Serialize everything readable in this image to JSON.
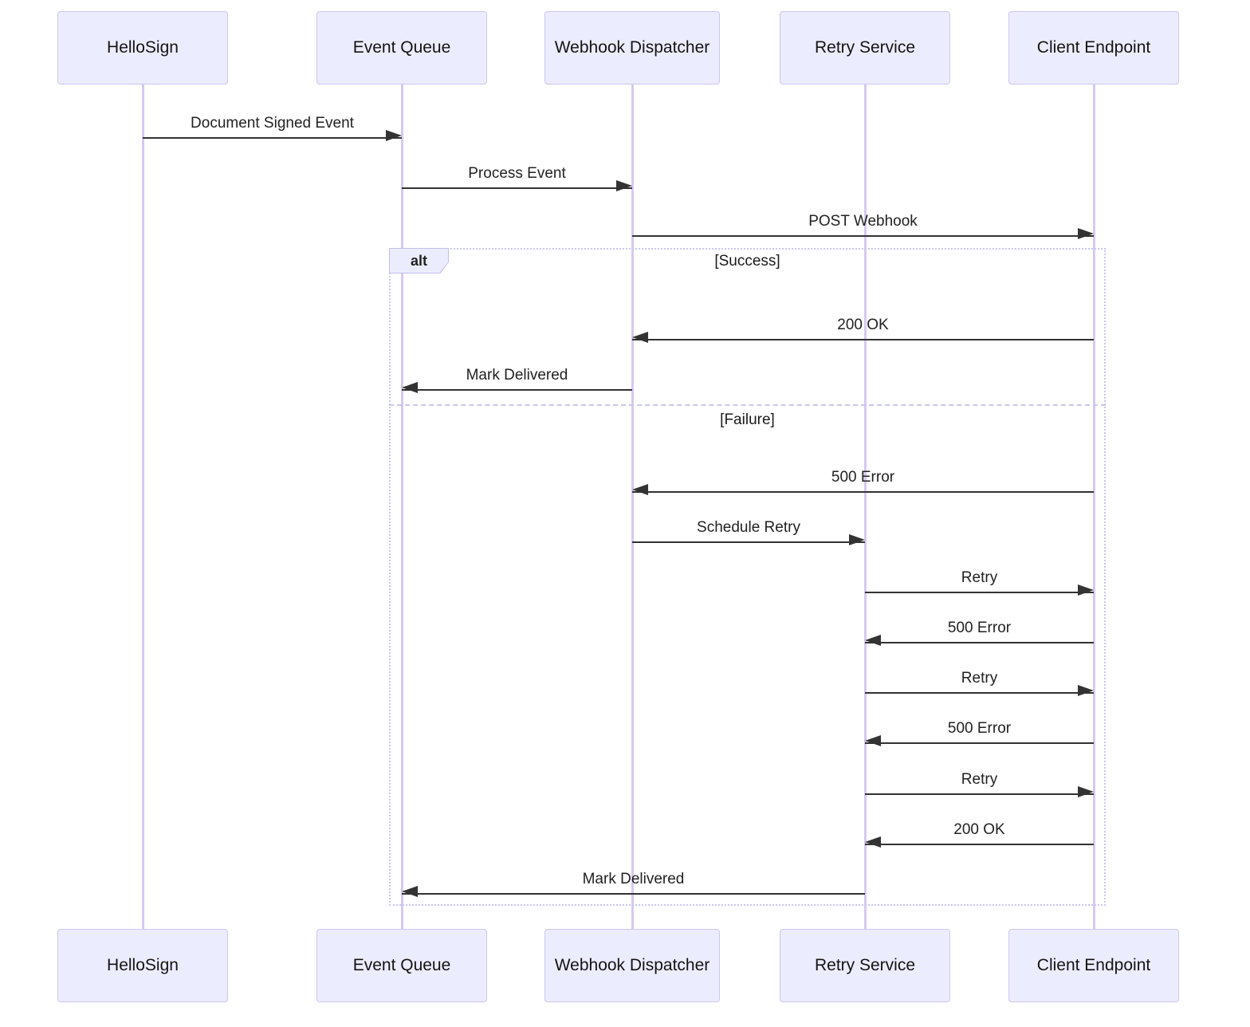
{
  "diagram": {
    "type": "sequence-diagram",
    "topic": "HelloSign webhook delivery with retries",
    "actors": [
      {
        "id": "hellosign",
        "name": "HelloSign"
      },
      {
        "id": "event-queue",
        "name": "Event Queue"
      },
      {
        "id": "webhook-dispatcher",
        "name": "Webhook Dispatcher"
      },
      {
        "id": "retry-service",
        "name": "Retry Service"
      },
      {
        "id": "client-endpoint",
        "name": "Client Endpoint"
      }
    ],
    "messages_before_alt": [
      {
        "from": "HelloSign",
        "to": "Event Queue",
        "label": "Document Signed Event"
      },
      {
        "from": "Event Queue",
        "to": "Webhook Dispatcher",
        "label": "Process Event"
      },
      {
        "from": "Webhook Dispatcher",
        "to": "Client Endpoint",
        "label": "POST Webhook"
      }
    ],
    "alt_frame": {
      "label": "alt",
      "success_branch": {
        "condition": "[Success]",
        "messages": [
          {
            "from": "Client Endpoint",
            "to": "Webhook Dispatcher",
            "label": "200 OK"
          },
          {
            "from": "Webhook Dispatcher",
            "to": "Event Queue",
            "label": "Mark Delivered"
          }
        ]
      },
      "failure_branch": {
        "condition": "[Failure]",
        "messages": [
          {
            "from": "Client Endpoint",
            "to": "Webhook Dispatcher",
            "label": "500 Error"
          },
          {
            "from": "Webhook Dispatcher",
            "to": "Retry Service",
            "label": "Schedule Retry"
          },
          {
            "from": "Retry Service",
            "to": "Client Endpoint",
            "label": "Retry"
          },
          {
            "from": "Client Endpoint",
            "to": "Retry Service",
            "label": "500 Error"
          },
          {
            "from": "Retry Service",
            "to": "Client Endpoint",
            "label": "Retry"
          },
          {
            "from": "Client Endpoint",
            "to": "Retry Service",
            "label": "500 Error"
          },
          {
            "from": "Retry Service",
            "to": "Client Endpoint",
            "label": "Retry"
          },
          {
            "from": "Client Endpoint",
            "to": "Retry Service",
            "label": "200 OK"
          },
          {
            "from": "Retry Service",
            "to": "Event Queue",
            "label": "Mark Delivered"
          }
        ]
      }
    },
    "colors": {
      "actor_fill": "#ECECFF",
      "actor_border": "#CBC7F0",
      "lifeline": "#D6C9F1",
      "frame_border": "#C9C6F3",
      "arrow": "#333333",
      "text": "#222222",
      "background": "#FFFFFF"
    }
  }
}
